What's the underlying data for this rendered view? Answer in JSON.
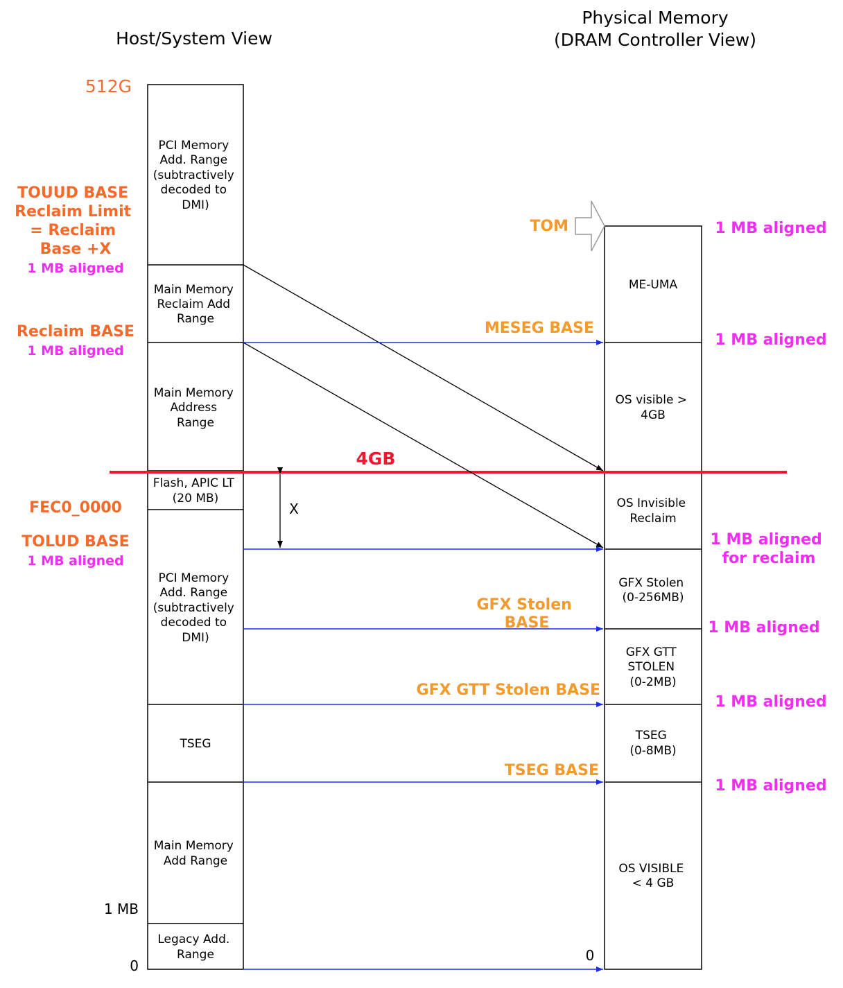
{
  "titles": {
    "host_view": "Host/System View",
    "physical_line1": "Physical Memory",
    "physical_line2": "(DRAM Controller View)"
  },
  "colors": {
    "orange_red": "#f36a2a",
    "orange": "#f39a2d",
    "magenta": "#f22df2",
    "red_line": "#f0182e",
    "blue_arrow": "#1a2ee8",
    "black": "#000000"
  },
  "host_labels": {
    "top_address": "512G",
    "touud": [
      "TOUUD BASE",
      "Reclaim Limit",
      "= Reclaim",
      "Base +X"
    ],
    "touud_aligned": "1 MB aligned",
    "reclaim_base": "Reclaim BASE",
    "reclaim_aligned": "1 MB aligned",
    "fec0": "FEC0_0000",
    "tolud": "TOLUD BASE",
    "tolud_aligned": "1 MB aligned",
    "one_mb": "1 MB",
    "zero": "0"
  },
  "host_blocks": [
    {
      "lines": [
        "PCI Memory",
        "Add. Range",
        "(subtractively",
        "decoded to",
        "DMI)"
      ]
    },
    {
      "lines": [
        "Main Memory",
        "Reclaim Add",
        "Range"
      ]
    },
    {
      "lines": [
        "Main Memory",
        "Address",
        "Range"
      ]
    },
    {
      "lines": [
        "Flash, APIC LT",
        "(20 MB)"
      ]
    },
    {
      "lines": [
        "PCI Memory",
        "Add. Range",
        "(subtractively",
        "decoded to",
        "DMI)"
      ]
    },
    {
      "lines": [
        "TSEG"
      ]
    },
    {
      "lines": [
        "Main Memory",
        "Add Range"
      ]
    },
    {
      "lines": [
        "Legacy Add.",
        "Range"
      ]
    }
  ],
  "phys_blocks": [
    {
      "lines": [
        "ME-UMA"
      ]
    },
    {
      "lines": [
        "OS visible >",
        "4GB"
      ]
    },
    {
      "lines": [
        "OS Invisible",
        "Reclaim"
      ]
    },
    {
      "lines": [
        "GFX Stolen",
        "(0-256MB)"
      ]
    },
    {
      "lines": [
        "GFX GTT",
        "STOLEN",
        "(0-2MB)"
      ]
    },
    {
      "lines": [
        "TSEG",
        "(0-8MB)"
      ]
    },
    {
      "lines": [
        "OS VISIBLE",
        "< 4 GB"
      ]
    }
  ],
  "arrow_labels": {
    "tom": "TOM",
    "meseg": "MESEG BASE",
    "four_gb": "4GB",
    "gfx_stolen": [
      "GFX Stolen",
      "BASE"
    ],
    "gfx_gtt": "GFX GTT Stolen BASE",
    "tseg": "TSEG BASE",
    "x": "X",
    "phys_zero": "0"
  },
  "right_labels": {
    "tom_aligned": "1 MB aligned",
    "meseg_aligned": "1 MB aligned",
    "reclaim_aligned": [
      "1 MB aligned",
      "for reclaim"
    ],
    "gfx_stolen_aligned": "1 MB aligned",
    "gtt_aligned": "1 MB aligned",
    "tseg_aligned": "1 MB aligned"
  }
}
